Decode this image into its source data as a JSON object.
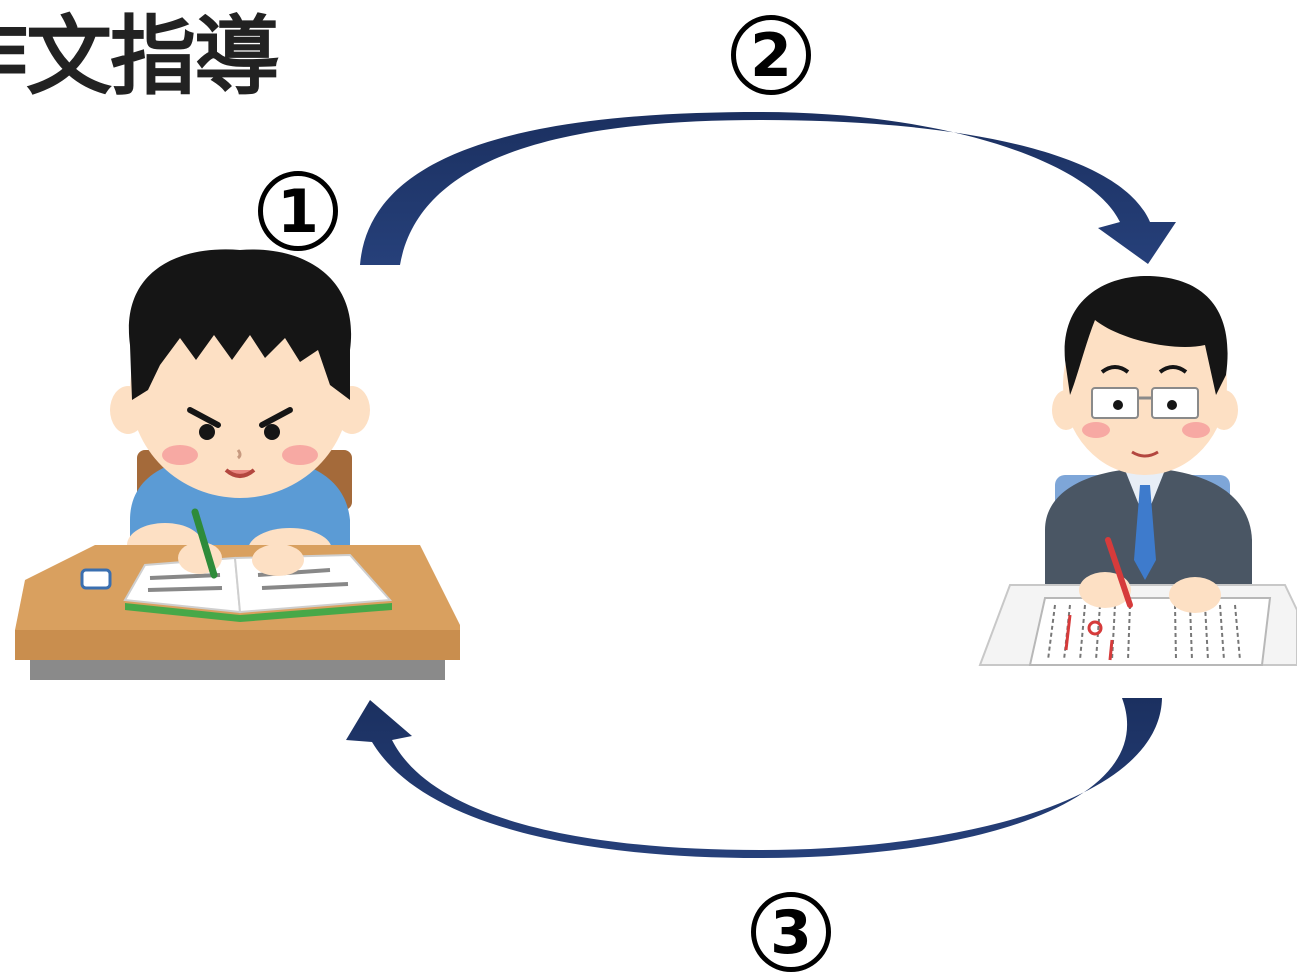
{
  "title": "作文指導",
  "steps": {
    "step1": "1",
    "step2": "2",
    "step3": "3"
  },
  "figures": {
    "student": "student-writing-icon",
    "teacher": "teacher-grading-icon"
  },
  "colors": {
    "arrow": "#1f3864",
    "hair": "#151515",
    "skin": "#fde0c4",
    "cheek": "#f7a9a3",
    "student_shirt": "#5b9bd5",
    "desk": "#c98e4e",
    "desk_top": "#d9a05f",
    "desk_edge": "#8a8a8a",
    "teacher_suit": "#4a5664",
    "teacher_tie": "#3e7bcc",
    "teacher_shirt": "#e8eef6",
    "red_ink": "#d63b3b",
    "book_green": "#47a848",
    "paper": "#ffffff"
  }
}
